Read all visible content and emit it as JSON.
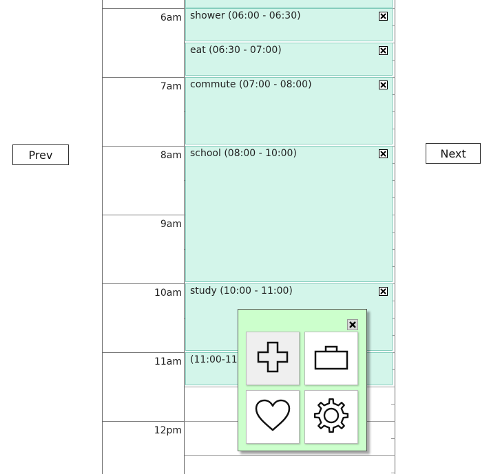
{
  "nav": {
    "prev_label": "Prev",
    "next_label": "Next"
  },
  "hours": [
    "6am",
    "7am",
    "8am",
    "9am",
    "10am",
    "11am",
    "12pm"
  ],
  "events": [
    {
      "title": "shower (06:00 - 06:30)"
    },
    {
      "title": "eat (06:30 - 07:00)"
    },
    {
      "title": "commute (07:00 - 08:00)"
    },
    {
      "title": "school (08:00 - 10:00)"
    },
    {
      "title": "study (10:00 - 11:00)"
    },
    {
      "title": "(11:00-11"
    }
  ],
  "popup": {
    "tiles": [
      {
        "icon": "plus-icon"
      },
      {
        "icon": "briefcase-icon"
      },
      {
        "icon": "heart-icon"
      },
      {
        "icon": "gear-icon"
      }
    ]
  },
  "colors": {
    "event_fill": "#d3f5ea",
    "event_border": "#86cdbd",
    "popup_fill": "#ccffcc"
  }
}
